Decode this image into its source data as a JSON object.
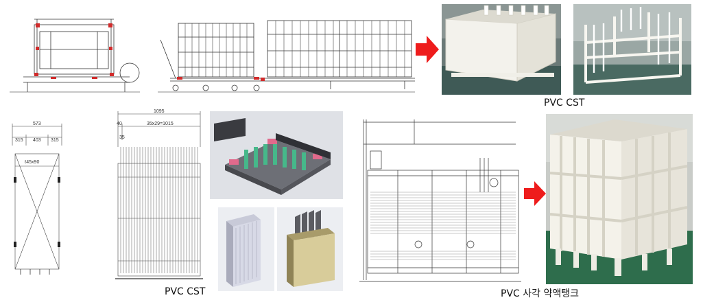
{
  "top_drawings": {
    "label_a": "",
    "label_b": ""
  },
  "bottom_left_drawing": {
    "overall_width": "573",
    "left_dim": "315",
    "mid_dim": "403",
    "right_dim": "315",
    "tag": "ℓ45x90"
  },
  "bottom_mid_drawing": {
    "overall_width": "1095",
    "left_dim": "40",
    "pitch_dim": "35x29=1015",
    "small_dim": "35"
  },
  "captions": {
    "top_right": "PVC CST",
    "bottom_mid": "PVC CST",
    "bottom_right": "PVC 사각 약액탱크"
  },
  "colors": {
    "arrow": "#ee1c1c",
    "pvc": "#f4f2ea",
    "floor_green": "#2e6d4c",
    "render_grey": "#7d7f86",
    "render_pink": "#e06a8c",
    "render_green": "#46b88a"
  },
  "icons": {
    "arrow_1": "right-arrow-icon",
    "arrow_2": "right-arrow-icon"
  }
}
